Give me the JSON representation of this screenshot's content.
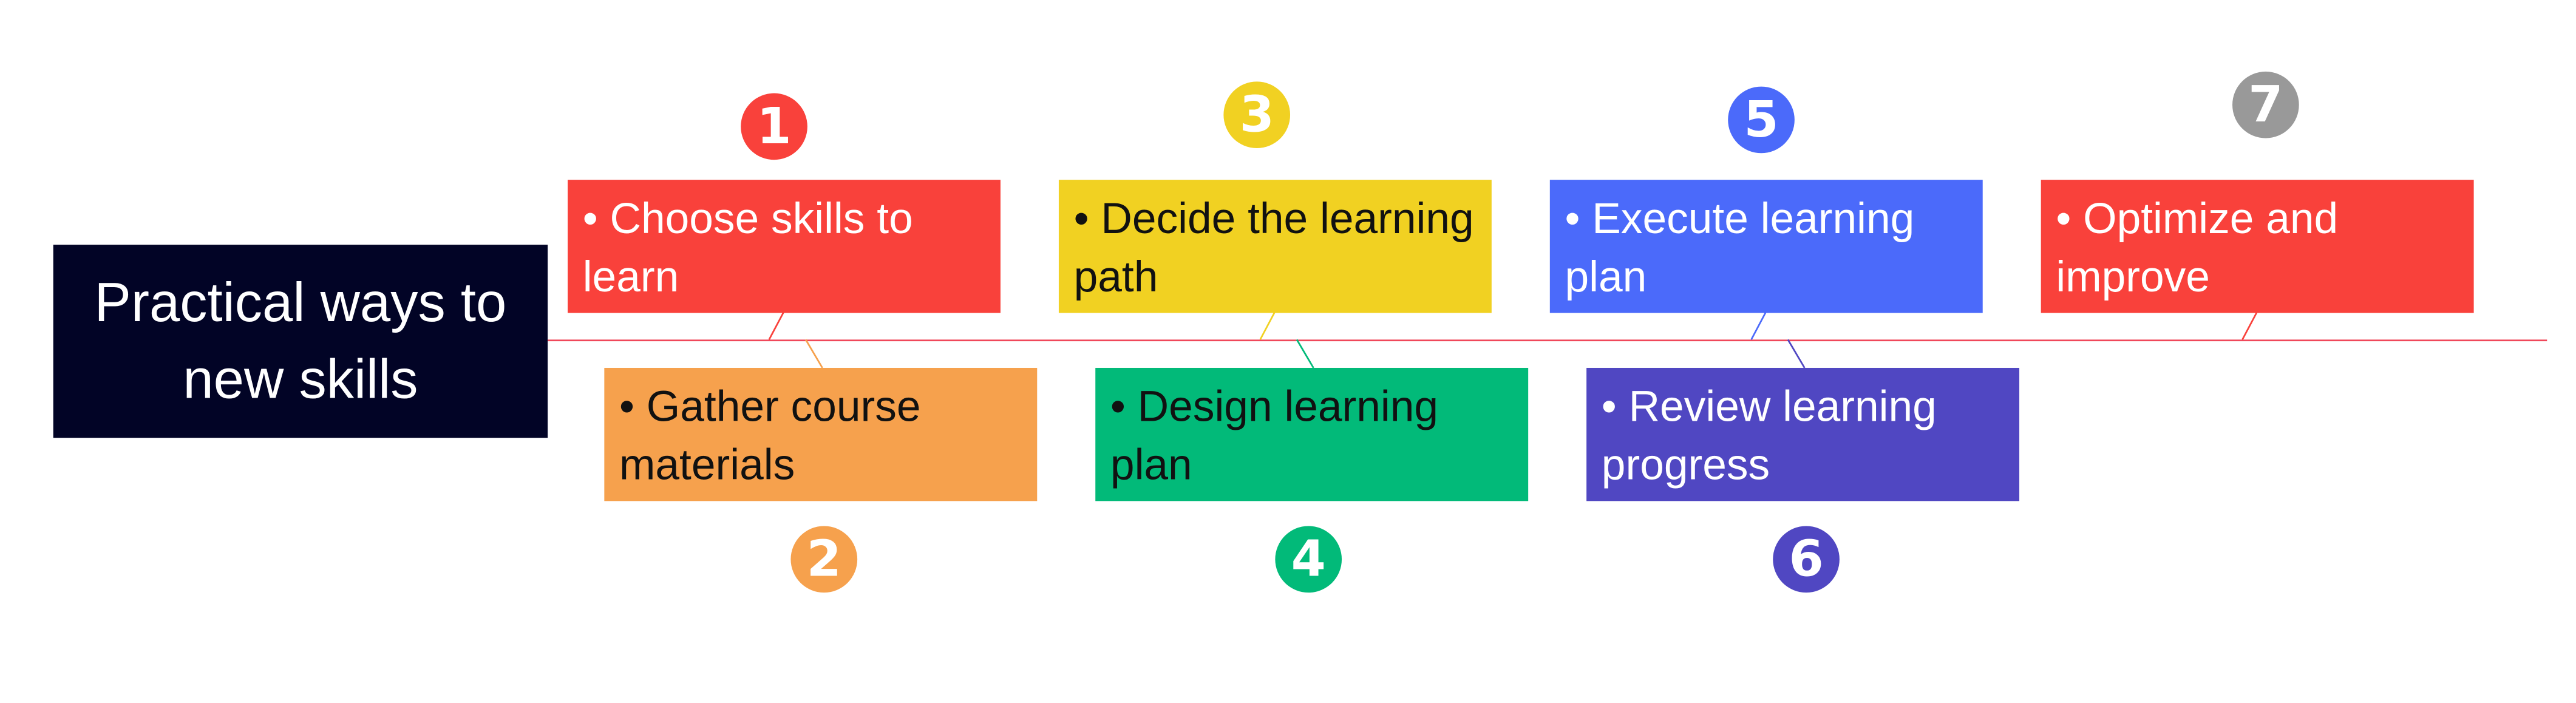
{
  "title": "Practical ways to new skills",
  "colors": {
    "title_bg": "#020426",
    "timeline": "#f0485a",
    "step1": "#f9413b",
    "step2": "#f6a14d",
    "step3": "#f1d122",
    "step4": "#02ba79",
    "step5": "#4b6afa",
    "step6": "#5047c2",
    "step7": "#f9413b",
    "badge7": "#999999"
  },
  "steps": [
    {
      "number": "1",
      "text": "• Choose skills to learn"
    },
    {
      "number": "2",
      "text": "• Gather course materials"
    },
    {
      "number": "3",
      "text": "• Decide the learning path"
    },
    {
      "number": "4",
      "text": "• Design learning plan"
    },
    {
      "number": "5",
      "text": "• Execute learning plan"
    },
    {
      "number": "6",
      "text": "• Review learning progress"
    },
    {
      "number": "7",
      "text": "• Optimize and improve"
    }
  ]
}
